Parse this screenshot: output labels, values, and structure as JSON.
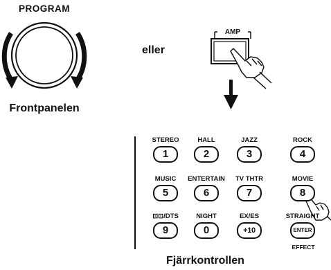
{
  "front_panel": {
    "knob_label": "PROGRAM",
    "caption": "Frontpanelen"
  },
  "connector": "eller",
  "amp_button": {
    "label": "AMP"
  },
  "remote": {
    "caption": "Fjärrkontrollen",
    "effect_label": "EFFECT",
    "rows": [
      [
        {
          "label": "STEREO",
          "key": "1"
        },
        {
          "label": "HALL",
          "key": "2"
        },
        {
          "label": "JAZZ",
          "key": "3"
        },
        {
          "label": "ROCK",
          "key": "4"
        }
      ],
      [
        {
          "label": "MUSIC",
          "key": "5"
        },
        {
          "label": "ENTERTAIN",
          "key": "6"
        },
        {
          "label": "TV THTR",
          "key": "7"
        },
        {
          "label": "MOVIE",
          "key": "8"
        }
      ],
      [
        {
          "label": "⊡⊡/DTS",
          "key": "9"
        },
        {
          "label": "NIGHT",
          "key": "0"
        },
        {
          "label": "EX/ES",
          "key": "+10"
        },
        {
          "label": "STRAIGHT",
          "key": "ENTER"
        }
      ]
    ]
  },
  "colors": {
    "ink": "#111111",
    "background": "#ffffff"
  }
}
